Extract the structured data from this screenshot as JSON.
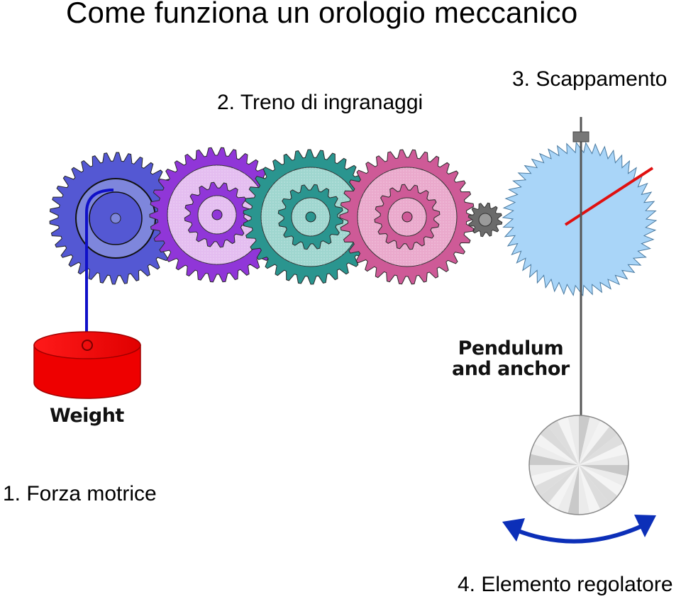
{
  "title": "Come funziona un orologio meccanico",
  "steps": {
    "driving_force": "1. Forza motrice",
    "gear_train": "2. Treno di ingranaggi",
    "escapement": "3. Scappamento",
    "regulator": "4. Elemento regolatore"
  },
  "captions": {
    "weight": "Weight",
    "pendulum_line1": "Pendulum",
    "pendulum_line2": "and anchor"
  },
  "colors": {
    "gear1": "#5458d3",
    "gear1_hub": "#7e86dc",
    "gear2": "#9036d8",
    "gear2_pinion": "#e4bdf0",
    "gear3": "#2a958f",
    "gear3_pinion": "#9fd6cf",
    "gear4": "#ce5a97",
    "gear4_pinion": "#eaa9cc",
    "small_pinion": "#6b6b6b",
    "escape_wheel": "#a9d5f8",
    "weight": "#ff0000",
    "cord": "#1010c8",
    "escape_pointer": "#e01010",
    "swing_arrow": "#0c2fb8"
  },
  "icons": [
    "gear-icon",
    "weight-icon",
    "pendulum-bob-icon",
    "swing-arrow-icon"
  ]
}
